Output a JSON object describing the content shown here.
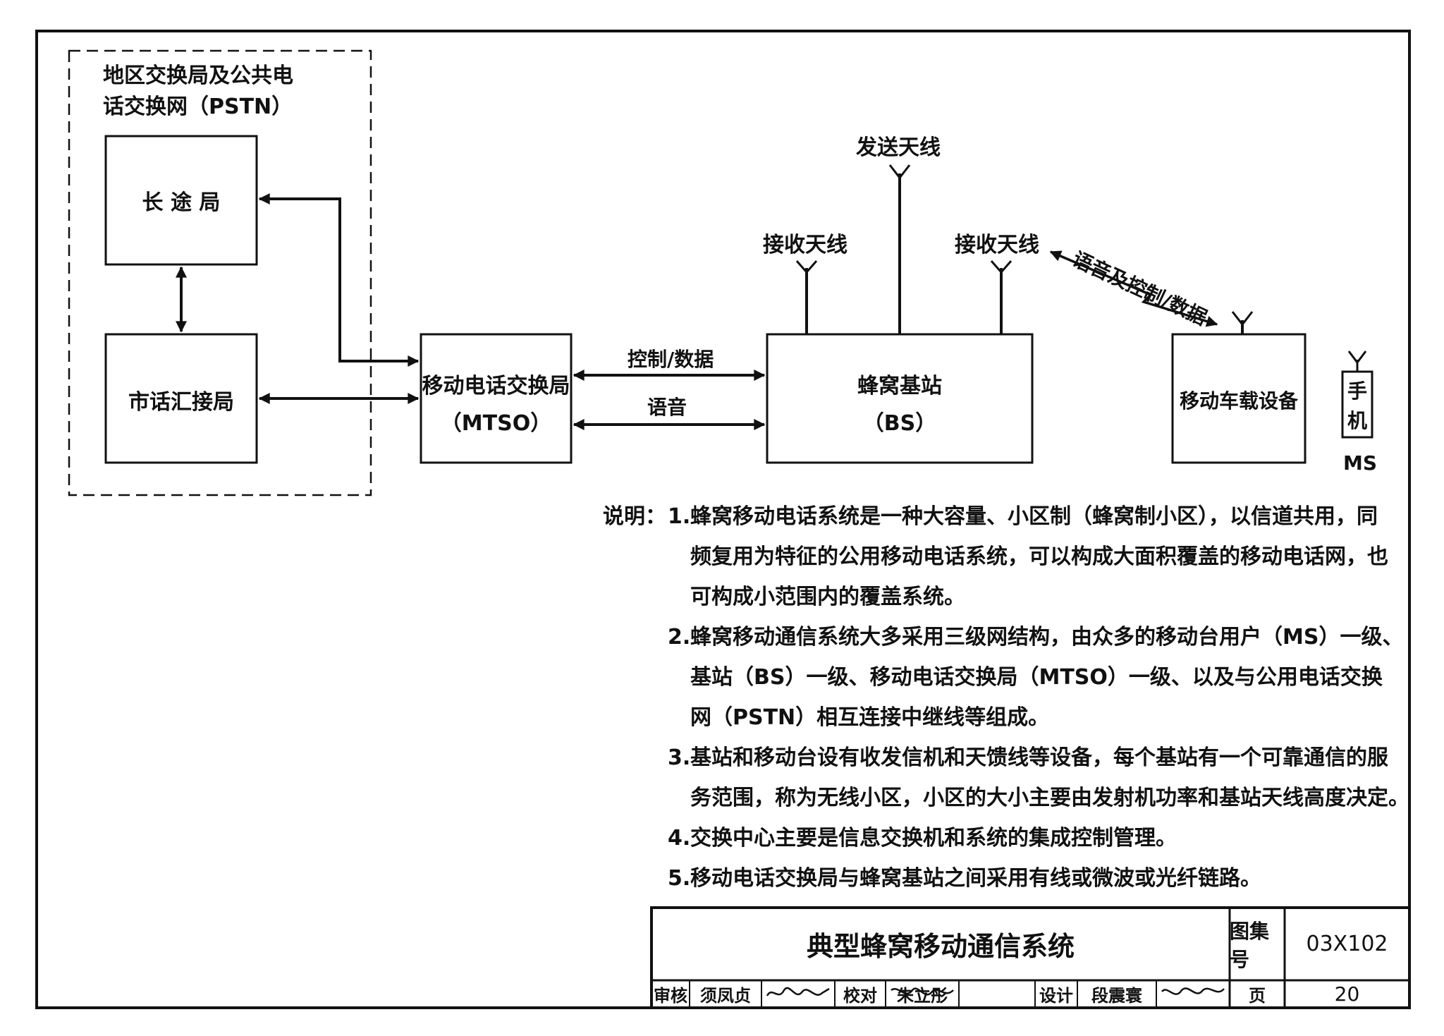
{
  "pstn_group": {
    "label_line1": "地区交换局及公共电",
    "label_line2": "话交换网（PSTN）"
  },
  "nodes": {
    "long_distance": {
      "label": "长 途 局"
    },
    "local_tandem": {
      "label": "市话汇接局"
    },
    "mtso": {
      "label_line1": "移动电话交换局",
      "label_line2": "（MTSO）"
    },
    "bs": {
      "label_line1": "蜂窝基站",
      "label_line2": "（BS）"
    },
    "vehicle": {
      "label": "移动车载设备"
    },
    "handset": {
      "label_line1": "手",
      "label_line2": "机",
      "caption": "MS"
    }
  },
  "antennas": {
    "transmit": "发送天线",
    "receive_left": "接收天线",
    "receive_right": "接收天线"
  },
  "links": {
    "control_data": "控制/数据",
    "voice": "语音",
    "radio": "语音及控制/数据"
  },
  "notes": {
    "prefix": "说明：",
    "items": [
      {
        "num": "1.",
        "lines": [
          "蜂窝移动电话系统是一种大容量、小区制（蜂窝制小区），以信道共用，同",
          "频复用为特征的公用移动电话系统，可以构成大面积覆盖的移动电话网，也",
          "可构成小范围内的覆盖系统。"
        ]
      },
      {
        "num": "2.",
        "lines": [
          "蜂窝移动通信系统大多采用三级网结构，由众多的移动台用户（MS）一级、",
          "基站（BS）一级、移动电话交换局（MTSO）一级、以及与公用电话交换",
          "网（PSTN）相互连接中继线等组成。"
        ]
      },
      {
        "num": "3.",
        "lines": [
          "基站和移动台设有收发信机和天馈线等设备，每个基站有一个可靠通信的服",
          "务范围，称为无线小区，小区的大小主要由发射机功率和基站天线高度决定。"
        ]
      },
      {
        "num": "4.",
        "lines": [
          "交换中心主要是信息交换机和系统的集成控制管理。"
        ]
      },
      {
        "num": "5.",
        "lines": [
          "移动电话交换局与蜂窝基站之间采用有线或微波或光纤链路。"
        ]
      }
    ]
  },
  "title_block": {
    "title": "典型蜂窝移动通信系统",
    "atlas_label": "图集号",
    "atlas_no": "03X102",
    "review_label": "审核",
    "reviewer": "须凤贞",
    "check_label": "校对",
    "checker": "朱立彤",
    "design_label": "设计",
    "designer": "段震寰",
    "page_label": "页",
    "page_no": "20"
  }
}
